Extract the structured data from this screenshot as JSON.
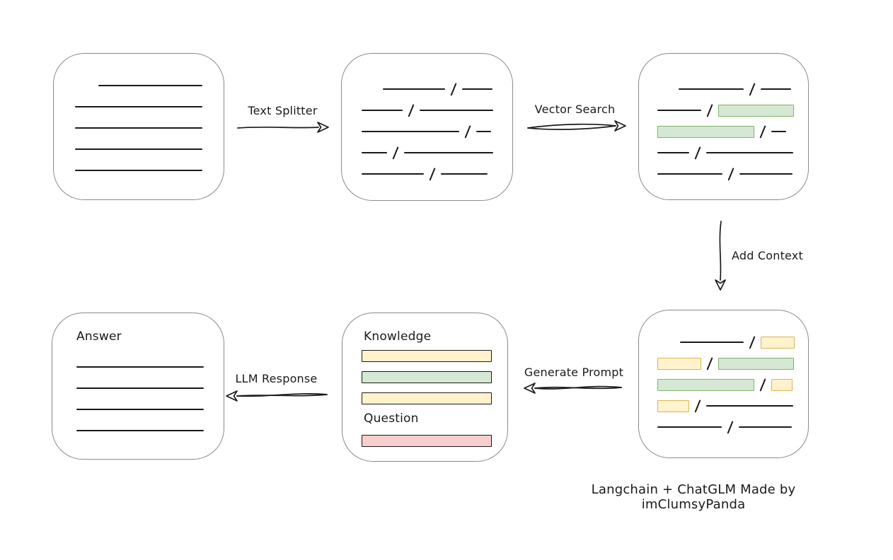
{
  "caption": "Langchain + ChatGLM Made by imClumsyPanda",
  "colors": {
    "ink": "#1a1a1a",
    "box_stroke": "#8a8a8a",
    "green_fill": "#d5e8d4",
    "green_stroke": "#82b366",
    "yellow_fill": "#fff2cc",
    "yellow_stroke": "#d6b656",
    "red_fill": "#f8cecc",
    "red_stroke": "#b85450"
  },
  "arrows": {
    "text_splitter": "Text Splitter",
    "vector_search": "Vector Search",
    "add_context": "Add Context",
    "generate_prompt": "Generate Prompt",
    "llm_response": "LLM Response"
  },
  "boxes": {
    "document": {
      "rows": [
        {
          "indent": 63,
          "segments": [
            {
              "type": "line",
              "w": 147
            }
          ]
        },
        {
          "indent": 30,
          "segments": [
            {
              "type": "line",
              "w": 180
            }
          ]
        },
        {
          "indent": 30,
          "segments": [
            {
              "type": "line",
              "w": 180
            }
          ]
        },
        {
          "indent": 30,
          "segments": [
            {
              "type": "line",
              "w": 180
            }
          ]
        },
        {
          "indent": 30,
          "segments": [
            {
              "type": "line",
              "w": 180
            }
          ]
        }
      ]
    },
    "chunks": {
      "rows": [
        {
          "indent": 58,
          "segments": [
            {
              "type": "line",
              "w": 88
            },
            {
              "type": "slash"
            },
            {
              "type": "line",
              "w": 43
            }
          ]
        },
        {
          "indent": 28,
          "segments": [
            {
              "type": "line",
              "w": 58
            },
            {
              "type": "slash"
            },
            {
              "type": "line",
              "w": 104
            }
          ]
        },
        {
          "indent": 28,
          "segments": [
            {
              "type": "line",
              "w": 138
            },
            {
              "type": "slash"
            },
            {
              "type": "line",
              "w": 21
            }
          ]
        },
        {
          "indent": 28,
          "segments": [
            {
              "type": "line",
              "w": 36
            },
            {
              "type": "slash"
            },
            {
              "type": "line",
              "w": 126
            }
          ]
        },
        {
          "indent": 28,
          "segments": [
            {
              "type": "line",
              "w": 88
            },
            {
              "type": "slash"
            },
            {
              "type": "line",
              "w": 66
            }
          ]
        }
      ]
    },
    "matched": {
      "rows": [
        {
          "indent": 56,
          "segments": [
            {
              "type": "line",
              "w": 92
            },
            {
              "type": "slash"
            },
            {
              "type": "line",
              "w": 43
            }
          ]
        },
        {
          "indent": 26,
          "segments": [
            {
              "type": "line",
              "w": 62
            },
            {
              "type": "slash"
            },
            {
              "type": "green",
              "w": 107
            }
          ]
        },
        {
          "indent": 26,
          "segments": [
            {
              "type": "green",
              "w": 137
            },
            {
              "type": "slash"
            },
            {
              "type": "line",
              "w": 21
            }
          ]
        },
        {
          "indent": 26,
          "segments": [
            {
              "type": "line",
              "w": 45
            },
            {
              "type": "slash"
            },
            {
              "type": "line",
              "w": 123
            }
          ]
        },
        {
          "indent": 26,
          "segments": [
            {
              "type": "line",
              "w": 92
            },
            {
              "type": "slash"
            },
            {
              "type": "line",
              "w": 75
            }
          ]
        }
      ]
    },
    "context": {
      "rows": [
        {
          "indent": 58,
          "segments": [
            {
              "type": "line",
              "w": 90
            },
            {
              "type": "slash"
            },
            {
              "type": "yellow",
              "w": 48
            }
          ]
        },
        {
          "indent": 26,
          "segments": [
            {
              "type": "yellow",
              "w": 62
            },
            {
              "type": "slash"
            },
            {
              "type": "green",
              "w": 107
            }
          ]
        },
        {
          "indent": 26,
          "segments": [
            {
              "type": "green",
              "w": 137
            },
            {
              "type": "slash"
            },
            {
              "type": "yellow",
              "w": 30
            }
          ]
        },
        {
          "indent": 26,
          "segments": [
            {
              "type": "yellow",
              "w": 45
            },
            {
              "type": "slash"
            },
            {
              "type": "line",
              "w": 123
            }
          ]
        },
        {
          "indent": 26,
          "segments": [
            {
              "type": "line",
              "w": 91
            },
            {
              "type": "slash"
            },
            {
              "type": "line",
              "w": 75
            }
          ]
        }
      ]
    },
    "prompt": {
      "knowledge_label": "Knowledge",
      "question_label": "Question",
      "knowledge_bars": [
        "yellow",
        "green",
        "yellow"
      ],
      "question_bars": [
        "red"
      ]
    },
    "answer": {
      "label": "Answer",
      "rows": [
        {
          "indent": 34,
          "segments": [
            {
              "type": "line",
              "w": 180
            }
          ]
        },
        {
          "indent": 34,
          "segments": [
            {
              "type": "line",
              "w": 180
            }
          ]
        },
        {
          "indent": 34,
          "segments": [
            {
              "type": "line",
              "w": 180
            }
          ]
        },
        {
          "indent": 34,
          "segments": [
            {
              "type": "line",
              "w": 180
            }
          ]
        }
      ]
    }
  }
}
